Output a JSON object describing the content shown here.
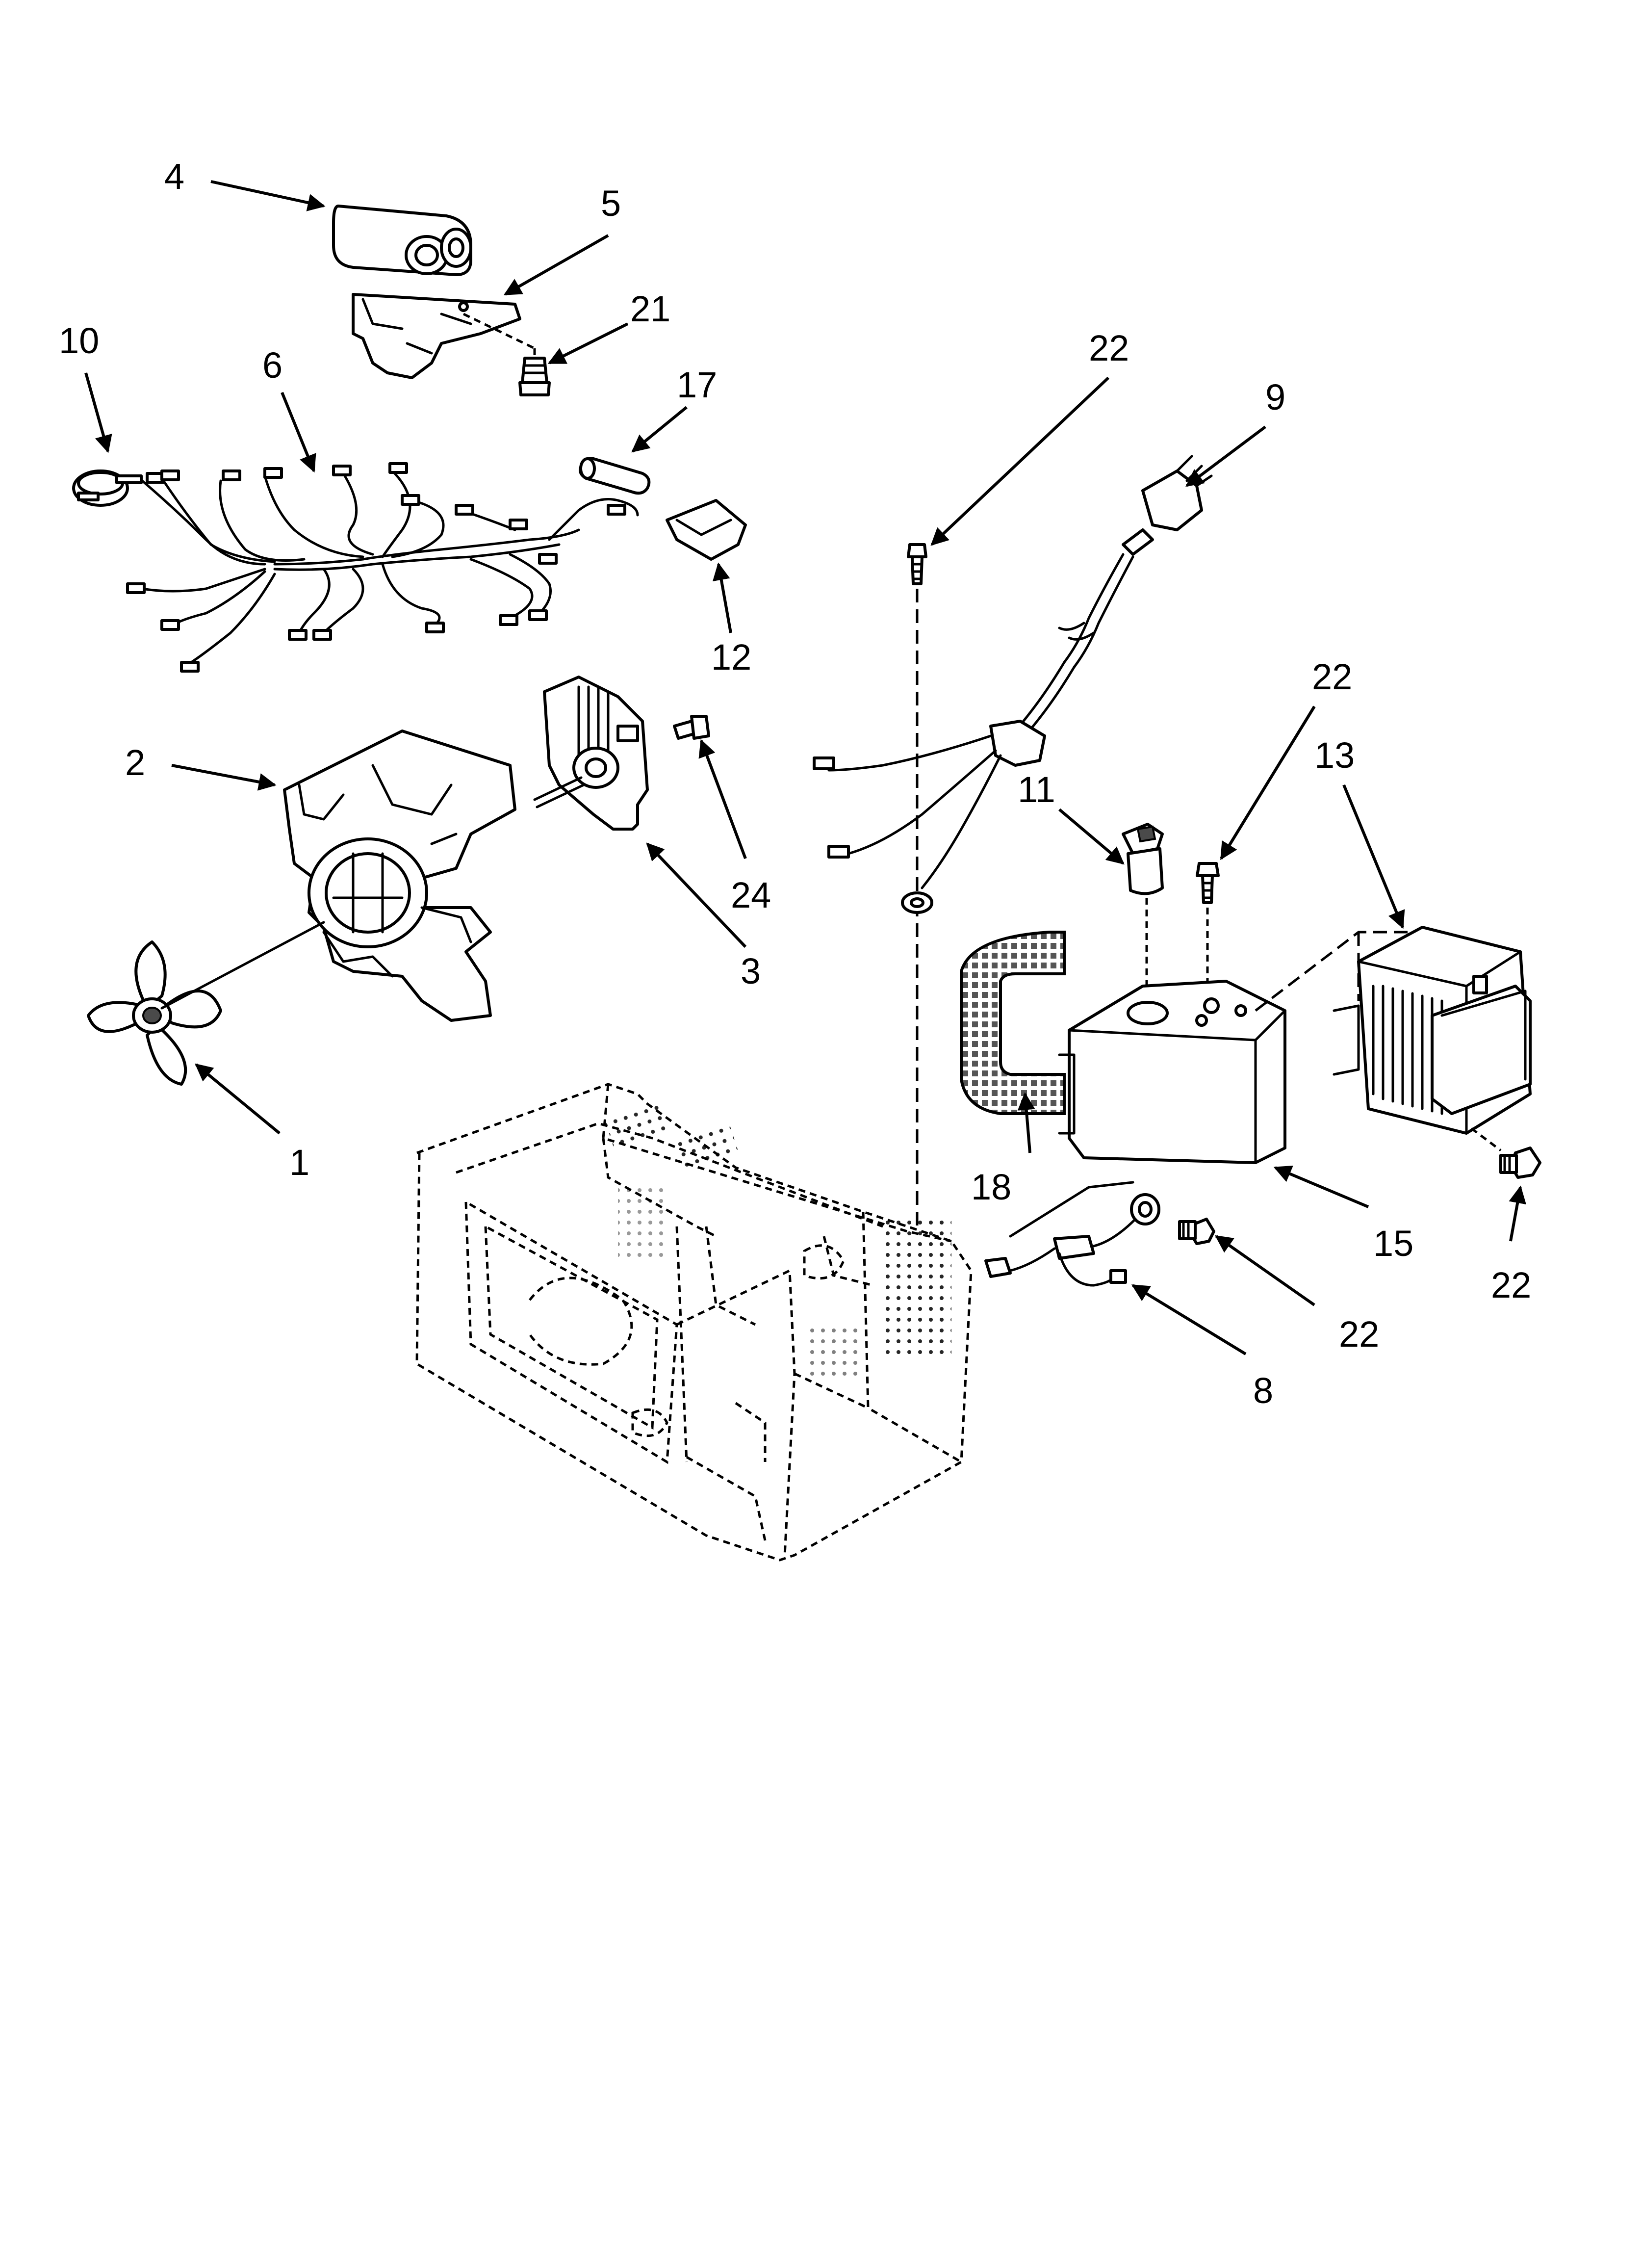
{
  "callouts": {
    "c4": "4",
    "c5": "5",
    "c21": "21",
    "c10": "10",
    "c6": "6",
    "c17": "17",
    "c12": "12",
    "c2": "2",
    "c24": "24",
    "c3": "3",
    "c1": "1",
    "c22_top": "22",
    "c9": "9",
    "c22_right_top": "22",
    "c13": "13",
    "c11": "11",
    "c18": "18",
    "c15": "15",
    "c22_right_bottom": "22",
    "c22_mid": "22",
    "c8": "8"
  }
}
